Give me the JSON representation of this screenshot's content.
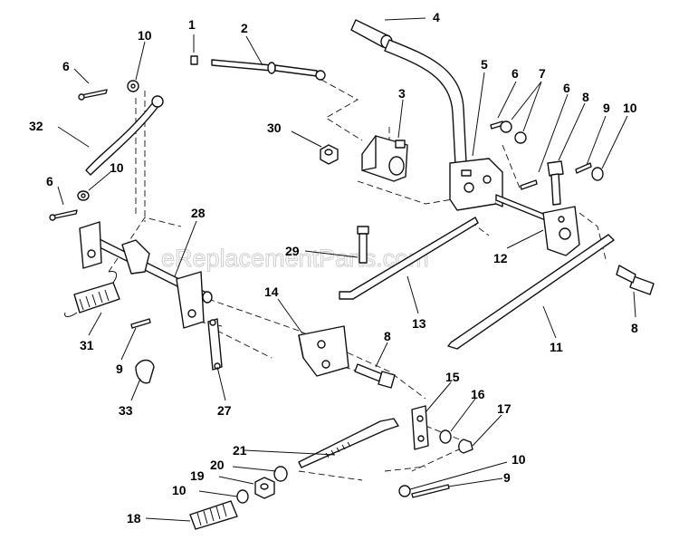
{
  "watermark": "eReplacementParts.com",
  "callouts": [
    "1",
    "2",
    "3",
    "4",
    "5",
    "6",
    "7",
    "8",
    "9",
    "10",
    "11",
    "12",
    "13",
    "14",
    "15",
    "16",
    "17",
    "18",
    "19",
    "20",
    "21",
    "27",
    "28",
    "29",
    "30",
    "31",
    "32",
    "33"
  ],
  "callout_instances": {
    "n1": "1",
    "n2": "2",
    "n3": "3",
    "n4": "4",
    "n5": "5",
    "n6_top_left": "6",
    "n10_top_left": "10",
    "n32": "32",
    "n10_mid_left": "10",
    "n6_mid_left": "6",
    "n30": "30",
    "n6_right": "6",
    "n7": "7",
    "n6_right2": "6",
    "n8_top": "8",
    "n9_top": "9",
    "n10_top_right": "10",
    "n28": "28",
    "n29": "29",
    "n12": "12",
    "n14": "14",
    "n13": "13",
    "n8_right": "8",
    "n11": "11",
    "n31": "31",
    "n9_left": "9",
    "n8_mid": "8",
    "n33": "33",
    "n27": "27",
    "n15": "15",
    "n16": "16",
    "n17": "17",
    "n21": "21",
    "n10_bottom_right": "10",
    "n20": "20",
    "n19": "19",
    "n9_bottom_right": "9",
    "n10_bottom_left": "10",
    "n18": "18"
  }
}
